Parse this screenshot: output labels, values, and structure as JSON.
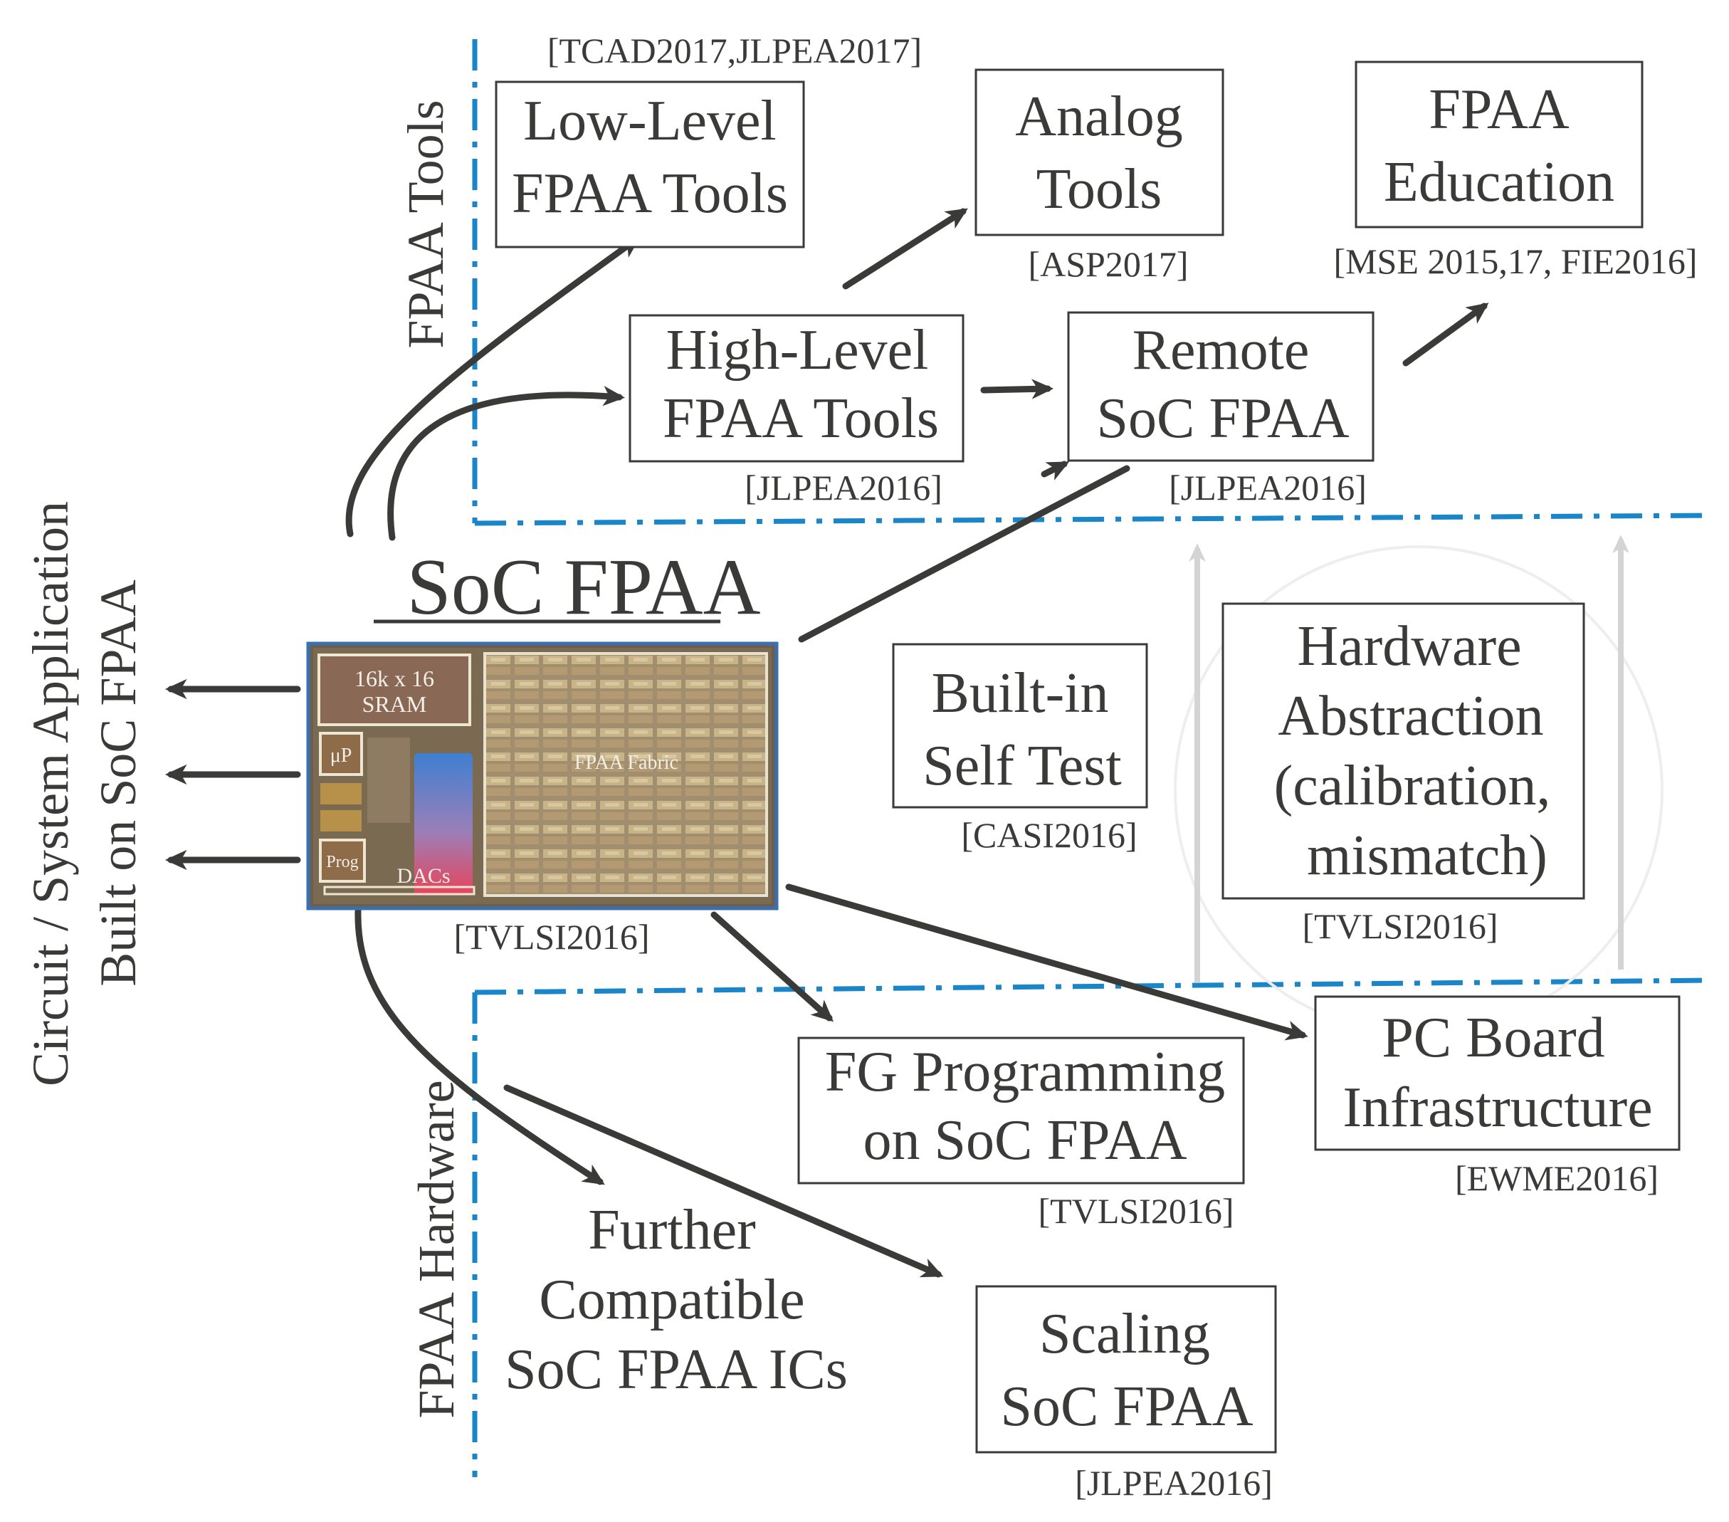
{
  "regions": {
    "tools_label": "FPAA Tools",
    "hardware_label": "FPAA Hardware",
    "application_label_line1": "Circuit / System Application",
    "application_label_line2": "Built on SoC FPAA"
  },
  "center": {
    "title": "SoC FPAA",
    "ref": "[TVLSI2016]",
    "chip": {
      "sram_line1": "16k x 16",
      "sram_line2": "SRAM",
      "up": "μP",
      "prog": "Prog",
      "dacs": "DACs",
      "fabric": "FPAA Fabric"
    }
  },
  "boxes": {
    "low_level": {
      "line1": "Low-Level",
      "line2": "FPAA Tools",
      "ref": "[TCAD2017,JLPEA2017]"
    },
    "analog_tools": {
      "line1": "Analog",
      "line2": "Tools",
      "ref": "[ASP2017]"
    },
    "fpaa_education": {
      "line1": "FPAA",
      "line2": "Education",
      "ref": "[MSE 2015,17, FIE2016]"
    },
    "high_level": {
      "line1": "High-Level",
      "line2": "FPAA Tools",
      "ref": "[JLPEA2016]"
    },
    "remote_soc": {
      "line1": "Remote",
      "line2": "SoC FPAA",
      "ref": "[JLPEA2016]"
    },
    "bist": {
      "line1": "Built-in",
      "line2": "Self Test",
      "ref": "[CASI2016]"
    },
    "hw_abstraction": {
      "line1": "Hardware",
      "line2": "Abstraction",
      "line3": "(calibration,",
      "line4": "mismatch)",
      "ref": "[TVLSI2016]"
    },
    "fg_programming": {
      "line1": "FG Programming",
      "line2": "on SoC FPAA",
      "ref": "[TVLSI2016]"
    },
    "pc_board": {
      "line1": "PC Board",
      "line2": "Infrastructure",
      "ref": "[EWME2016]"
    },
    "further_ics": {
      "line1": "Further",
      "line2": "Compatible",
      "line3": "SoC FPAA ICs"
    },
    "scaling": {
      "line1": "Scaling",
      "line2": "SoC FPAA",
      "ref": "[JLPEA2016]"
    }
  },
  "colors": {
    "ink": "#3a3a38",
    "divider_blue": "#1a86c9",
    "light_gray_arrow": "#d4d4d4",
    "chip_border": "#3a6fb0"
  }
}
